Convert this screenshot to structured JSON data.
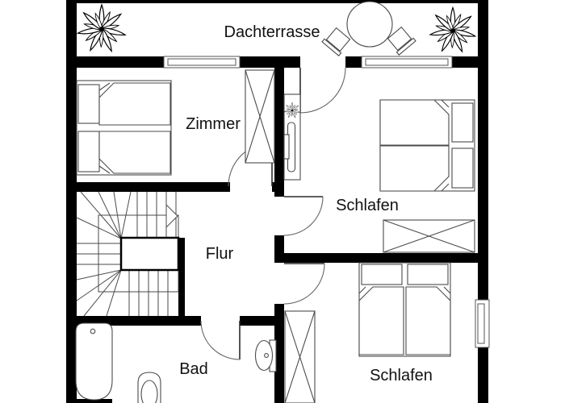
{
  "floorplan": {
    "type": "apartment-floor-plan",
    "background": "#ffffff",
    "wall_color": "#000000",
    "furniture_line_color": "#4a4a4a",
    "text_color": "#111111",
    "labels": {
      "terrace": "Dachterrasse",
      "zimmer": "Zimmer",
      "schlafen_upper": "Schlafen",
      "flur": "Flur",
      "bad": "Bad",
      "schlafen_lower": "Schlafen"
    },
    "rooms": [
      {
        "id": "dachterrasse",
        "label": "Dachterrasse"
      },
      {
        "id": "zimmer",
        "label": "Zimmer"
      },
      {
        "id": "schlafen-upper",
        "label": "Schlafen"
      },
      {
        "id": "flur",
        "label": "Flur"
      },
      {
        "id": "bad",
        "label": "Bad"
      },
      {
        "id": "schlafen-lower",
        "label": "Schlafen"
      }
    ],
    "symbols": [
      "double-bed-icon",
      "pillow-icon",
      "wardrobe-x-icon",
      "winder-stairs-icon",
      "stair-direction-arrow-icon",
      "bathtub-icon",
      "sink-icon",
      "toilet-icon",
      "round-table-icon",
      "chair-icon",
      "plant-icon",
      "door-swing-icon",
      "window-icon",
      "sideboard-icon"
    ],
    "counts": {
      "doors": 5,
      "windows": 3,
      "beds": 3,
      "wardrobes": 3,
      "plants": 3,
      "chairs": 2
    }
  }
}
